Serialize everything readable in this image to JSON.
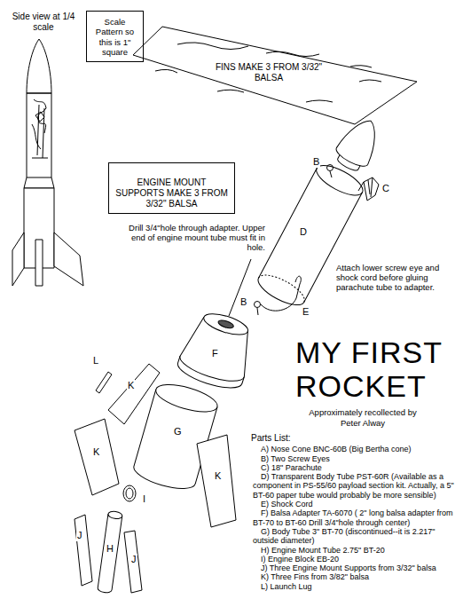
{
  "diagram": {
    "title": "MY FIRST ROCKET",
    "nodes": [
      {
        "text": [
          "Scale Pattern so this is 1\" square"
        ]
      },
      {
        "text": [
          "FINS MAKE 3 FROM 3/32\" BALSA"
        ]
      },
      {
        "text": [
          "ENGINE MOUNT SUPPORTS MAKE 3 FROM 3/32\" BALSA"
        ]
      }
    ],
    "labels": [
      "Side view at 1/4 scale",
      "B",
      "C",
      "Drill 3/4\"hole through adapter. Upper end of engine mount tube must fit in hole.",
      "D",
      "Attach lower screw eye and shock cord before gluing parachute tube to adapter.",
      "B",
      "E",
      "F",
      "L",
      "K",
      "Approximately recollected by",
      "Peter Alway",
      "K",
      "G",
      "I",
      "K",
      "Parts List:",
      "A) Nose Cone BNC-60B (Big Bertha cone)",
      "B) Two Screw Eyes",
      "C) 18\" Parachute",
      "D) Transparent Body Tube PST-60R (Available as a component in PS-55/60 payload section kit. Actually, a 5\" BT-60 paper tube would probably be more sensible)",
      "E) Shock Cord",
      "F) Balsa Adapter TA-6070 ( 2\" long balsa adapter from BT-70 to BT-60 Drill 3/4\"hole through center)",
      "G) Body Tube 3\" BT-70 (discontinued--it is 2.217\" outside diameter)",
      "H) Engine Mount Tube 2.75\" BT-20",
      "I) Engine Block EB-20",
      "J) Three Engine Mount Supports from 3/32\" balsa",
      "K) Three Fins from 3/82\" balsa",
      "L) Launch Lug",
      "J",
      "H",
      "J"
    ]
  }
}
